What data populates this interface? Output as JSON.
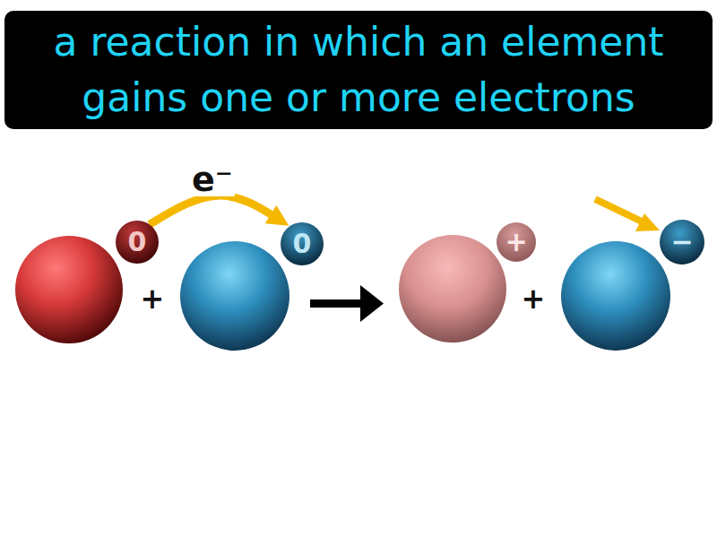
{
  "diagram": {
    "title": "a reaction in which an element gains one or more electrons",
    "nodes": [
      {
        "text": [
          "0"
        ]
      },
      {
        "text": [
          "0"
        ]
      },
      {
        "text": [
          "+"
        ]
      },
      {
        "text": [
          "−"
        ]
      }
    ],
    "edges": [
      {
        "from": 0,
        "to": 1,
        "arrow": "to",
        "label": "e⁻"
      }
    ],
    "labels": [
      "+",
      "+"
    ]
  }
}
